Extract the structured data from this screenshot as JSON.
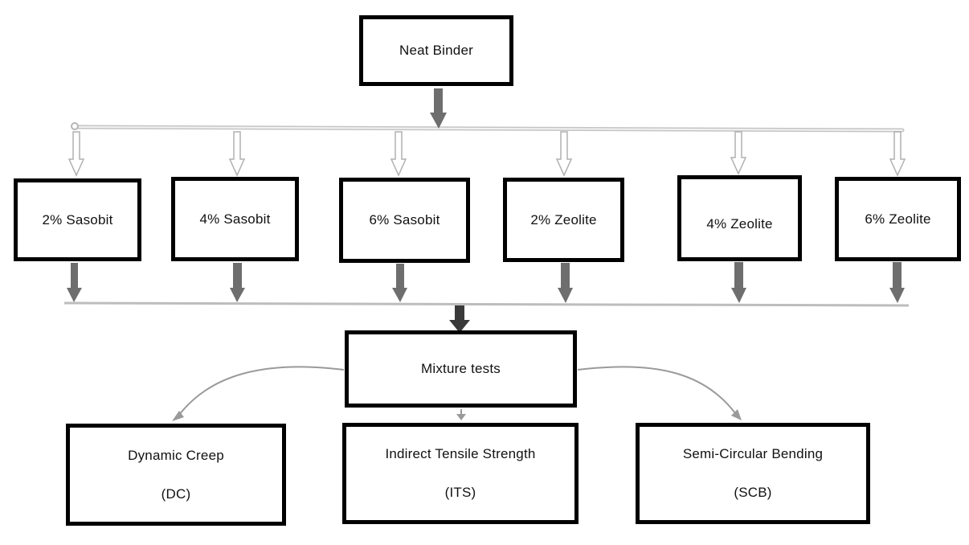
{
  "diagram": {
    "root": {
      "label": "Neat Binder"
    },
    "additives": [
      {
        "label": "2% Sasobit"
      },
      {
        "label": "4% Sasobit"
      },
      {
        "label": "6% Sasobit"
      },
      {
        "label": "2% Zeolite"
      },
      {
        "label": "4% Zeolite"
      },
      {
        "label": "6% Zeolite"
      }
    ],
    "mixture": {
      "label": "Mixture tests"
    },
    "tests": [
      {
        "name": "Dynamic Creep",
        "abbr": "(DC)"
      },
      {
        "name": "Indirect Tensile Strength",
        "abbr": "(ITS)"
      },
      {
        "name": "Semi-Circular Bending",
        "abbr": "(SCB)"
      }
    ],
    "colors": {
      "box_border": "#000000",
      "arrow_dark": "#6e6e6e",
      "arrow_darkest": "#3a3a3a",
      "outline_arrow": "#b5b5b5",
      "connector": "#bdbdbd",
      "curve": "#9a9a9a"
    }
  }
}
